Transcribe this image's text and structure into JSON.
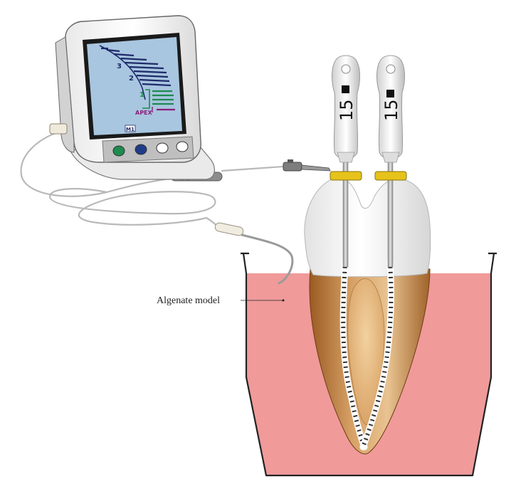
{
  "callout": {
    "label": "Algenate model"
  },
  "files": [
    {
      "number": "15"
    },
    {
      "number": "15"
    }
  ],
  "screen": {
    "scale_labels": [
      "3",
      "2"
    ],
    "green_label": "1",
    "apex_label": "APEX",
    "mode_label": "M1"
  },
  "colors": {
    "algenate": "#f09a9a",
    "device_screen": "#a8c6df",
    "scale_blue": "#1f2a6b",
    "scale_green": "#1e8a4f",
    "scale_purple": "#8a1f7a",
    "file_stopper": "#e6c21a",
    "button_green": "#1e8a4f",
    "button_blue": "#1f3c8a"
  }
}
